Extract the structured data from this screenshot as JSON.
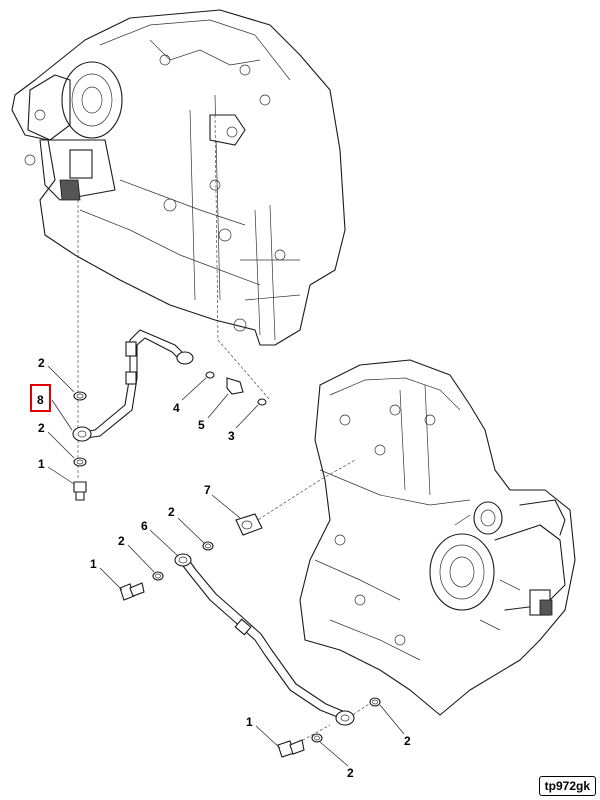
{
  "callouts": {
    "c_2a": "2",
    "c_8": "8",
    "c_2b": "2",
    "c_1a": "1",
    "c_4": "4",
    "c_5": "5",
    "c_3": "3",
    "c_7": "7",
    "c_2c": "2",
    "c_6": "6",
    "c_2d": "2",
    "c_1b": "1",
    "c_2e": "2",
    "c_1c": "1",
    "c_2f": "2"
  },
  "highlight": {
    "callout": "8",
    "color": "#e00000"
  },
  "figure_code": "tp972gk"
}
